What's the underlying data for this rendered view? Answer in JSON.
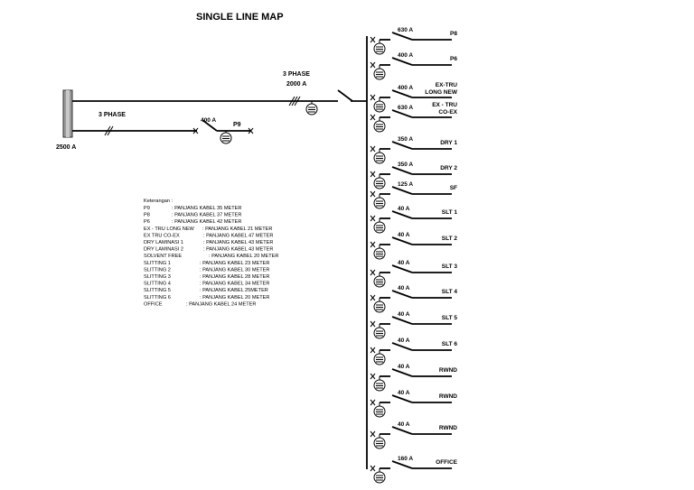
{
  "title": "SINGLE LINE MAP",
  "source": {
    "rating": "2500 A"
  },
  "main_feed": {
    "phase": "3 PHASE",
    "rating": "2000 A"
  },
  "side_feed": {
    "phase": "3 PHASE",
    "breaker": "400 A",
    "name": "P9"
  },
  "feeders": [
    {
      "breaker": "630 A",
      "name": [
        "P8"
      ]
    },
    {
      "breaker": "400 A",
      "name": [
        "P6"
      ]
    },
    {
      "breaker": "400 A",
      "name": [
        "EX-TRU",
        "LONG NEW"
      ]
    },
    {
      "breaker": "630 A",
      "name": [
        "EX - TRU",
        "CO-EX"
      ]
    },
    {
      "breaker": "350 A",
      "name": [
        "DRY 1"
      ]
    },
    {
      "breaker": "350 A",
      "name": [
        "DRY 2"
      ]
    },
    {
      "breaker": "125 A",
      "name": [
        "SF"
      ]
    },
    {
      "breaker": "40 A",
      "name": [
        "SLT 1"
      ]
    },
    {
      "breaker": "40 A",
      "name": [
        "SLT 2"
      ]
    },
    {
      "breaker": "40 A",
      "name": [
        "SLT 3"
      ]
    },
    {
      "breaker": "40 A",
      "name": [
        "SLT 4"
      ]
    },
    {
      "breaker": "40 A",
      "name": [
        "SLT 5"
      ]
    },
    {
      "breaker": "40 A",
      "name": [
        "SLT 6"
      ]
    },
    {
      "breaker": "40 A",
      "name": [
        "RWND"
      ]
    },
    {
      "breaker": "40 A",
      "name": [
        "RWND"
      ]
    },
    {
      "breaker": "40 A",
      "name": [
        "RWND"
      ]
    },
    {
      "breaker": "160 A",
      "name": [
        "OFFICE"
      ]
    }
  ],
  "notes": {
    "heading": "Keterangan :",
    "rows": [
      {
        "name": "P9",
        "value": ": PANJANG KABEL 35 METER"
      },
      {
        "name": "P8",
        "value": ": PANJANG KABEL 37 METER"
      },
      {
        "name": "P6",
        "value": ": PANJANG KABEL 42 METER"
      },
      {
        "name": "EX - TRU LONG NEW",
        "value": ": PANJANG KABEL 21 METER"
      },
      {
        "name": "EX TRU CO-EX",
        "value": ": PANJANG KABEL 47 METER"
      },
      {
        "name": "DRY LAMINASI 1",
        "value": ": PANJANG KABEL 43 METER"
      },
      {
        "name": "DRY LAMINASI 2",
        "value": ": PANJANG KABEL 43 METER"
      },
      {
        "name": "SOLVENT FREE",
        "value": ": PANJANG KABEL 20  METER"
      },
      {
        "name": "SLITTING 1",
        "value": ": PANJANG KABEL 23 METER"
      },
      {
        "name": "SLITTING 2",
        "value": ": PANJANG KABEL 30 METER"
      },
      {
        "name": "SLITTING 3",
        "value": ": PANJANG KABEL 28 METER"
      },
      {
        "name": "SLITTING 4",
        "value": ": PANJANG KABEL 34 METER"
      },
      {
        "name": "SLITTING 5",
        "value": ": PANJANG KABEL 25METER"
      },
      {
        "name": "SLITTING 6",
        "value": ": PANJANG KABEL 20 METER"
      },
      {
        "name": "OFFICE",
        "value": ": PANJANG KABEL 24 METER"
      }
    ]
  }
}
